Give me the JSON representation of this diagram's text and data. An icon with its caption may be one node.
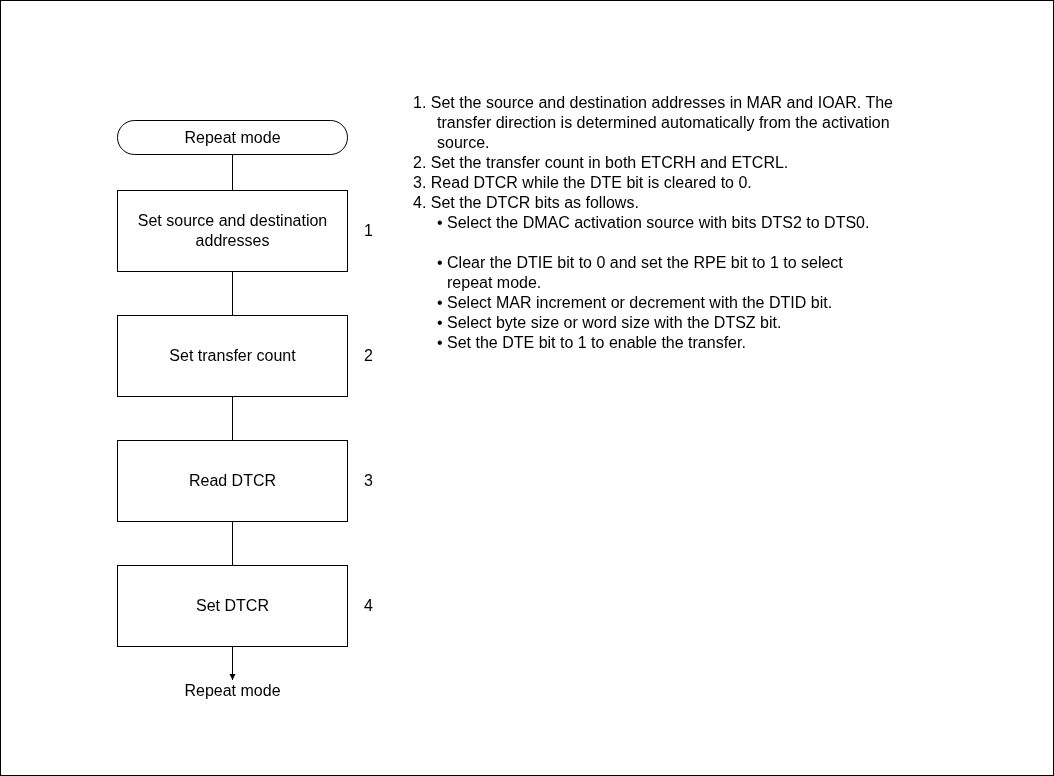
{
  "diagram": {
    "nodes": [
      {
        "text": [
          "Repeat mode"
        ]
      },
      {
        "text": [
          "Set source and destination addresses"
        ],
        "beside": [
          "1"
        ]
      },
      {
        "text": [
          "Set transfer count"
        ],
        "beside": [
          "2"
        ]
      },
      {
        "text": [
          "Read DTCR"
        ],
        "beside": [
          "3"
        ]
      },
      {
        "text": [
          "Set DTCR"
        ],
        "beside": [
          "4"
        ]
      },
      {
        "text": [
          "Repeat mode"
        ]
      }
    ],
    "edges": [
      {
        "from": 0,
        "to": 1,
        "arrow": "none"
      },
      {
        "from": 1,
        "to": 2,
        "arrow": "none"
      },
      {
        "from": 2,
        "to": 3,
        "arrow": "none"
      },
      {
        "from": 3,
        "to": 4,
        "arrow": "none"
      },
      {
        "from": 4,
        "to": 5,
        "arrow": "to"
      }
    ],
    "labels": [
      "1. Set the source and destination addresses in MAR and IOAR. The transfer direction is determined automatically from the activation source.",
      "2. Set the transfer count in both ETCRH and ETCRL.",
      "3. Read DTCR while the DTE bit is cleared to 0.",
      "4. Set the DTCR bits as follows.",
      "• Select the DMAC activation source with bits DTS2 to DTS0.",
      "• Clear the DTIE bit to 0 and set the RPE bit to 1 to select repeat mode.",
      "• Select MAR increment or decrement with the DTID bit.",
      "• Select byte size or word size with the DTSZ bit.",
      "• Set the DTE bit to 1 to enable the transfer."
    ]
  }
}
